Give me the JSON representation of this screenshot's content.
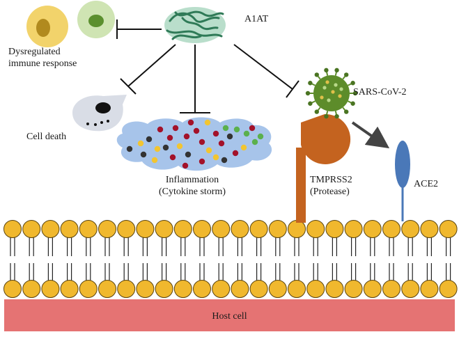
{
  "labels": {
    "protein": "A1AT",
    "immune_line1": "Dysregulated",
    "immune_line2": "immune response",
    "cell_death": "Cell death",
    "inflammation_line1": "Inflammation",
    "inflammation_line2": "(Cytokine storm)",
    "virus": "SARS-CoV-2",
    "protease_line1": "TMPRSS2",
    "protease_line2": "(Protease)",
    "receptor": "ACE2",
    "host": "Host cell"
  },
  "colors": {
    "membrane_head": "#f0b82e",
    "host_cell": "#e57373",
    "tmprss2": "#c4631f",
    "ace2": "#4a78b8",
    "virus": "#5d8c2a",
    "cytokine_cloud": "#a7c4ea",
    "protein": "#3f8f6e"
  }
}
